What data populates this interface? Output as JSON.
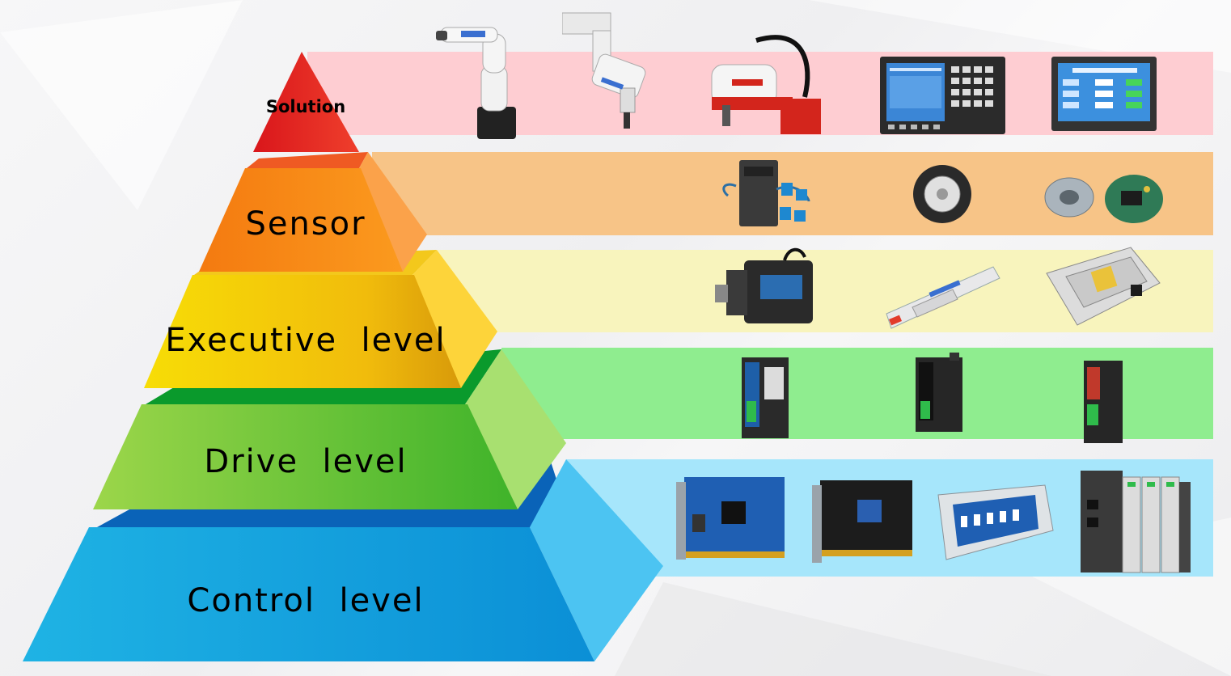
{
  "pyramid": {
    "levels": [
      {
        "key": "solution",
        "label": "Solution",
        "band_color": "#fecdd2"
      },
      {
        "key": "sensor",
        "label": "Sensor",
        "band_color": "#f7c487"
      },
      {
        "key": "executive",
        "label": "Executive  level",
        "band_color": "#f8f4bd"
      },
      {
        "key": "drive",
        "label": "Drive  level",
        "band_color": "#8fed8f"
      },
      {
        "key": "control",
        "label": "Control  level",
        "band_color": "#a6e6fb"
      }
    ]
  },
  "products": {
    "solution": [
      "robot-arm-icon",
      "scara-robot-icon",
      "red-scara-robot-icon",
      "cnc-controller-icon",
      "hmi-panel-icon"
    ],
    "sensor": [
      "sensor-module-icon",
      "encoder-icon",
      "encoder-kit-icon"
    ],
    "executive": [
      "servo-motor-icon",
      "linear-module-icon",
      "linear-stage-icon"
    ],
    "drive": [
      "servo-drive-1-icon",
      "servo-drive-2-icon",
      "servo-drive-3-icon"
    ],
    "control": [
      "pci-card-1-icon",
      "pci-card-2-icon",
      "io-module-icon",
      "plc-icon"
    ]
  }
}
